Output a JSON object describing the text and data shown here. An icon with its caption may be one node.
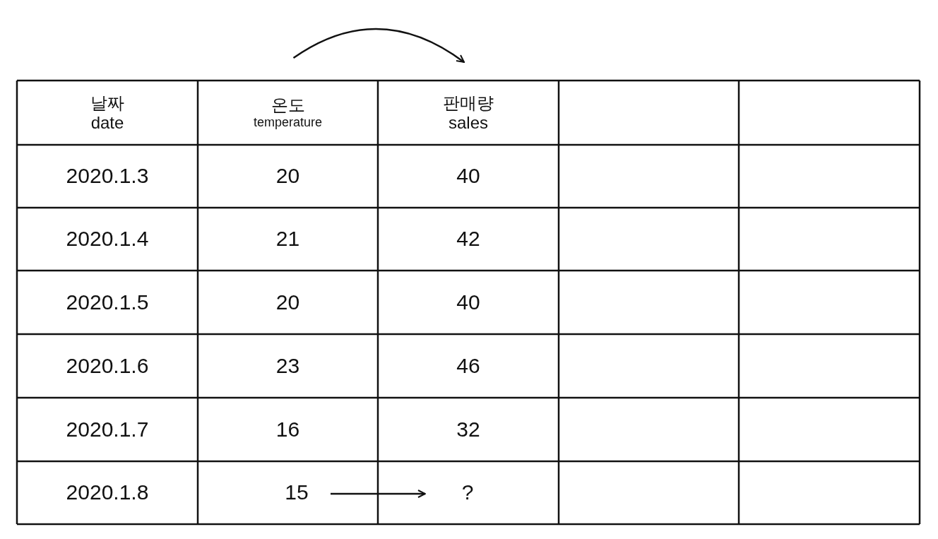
{
  "diagram": {
    "nodes": [
      {
        "text": [
          "온도",
          "temperature"
        ]
      },
      {
        "text": [
          "판매량",
          "sales"
        ]
      },
      {
        "text": [
          "15"
        ]
      },
      {
        "text": [
          "?"
        ]
      }
    ],
    "edges": [
      {
        "from": 0,
        "to": 1,
        "arrow": "to"
      },
      {
        "from": 2,
        "to": 3,
        "arrow": "to"
      }
    ],
    "labels": [
      "날짜",
      "date",
      "2020.1.3",
      "20",
      "40",
      "2020.1.4",
      "21",
      "42",
      "2020.1.5",
      "20",
      "40",
      "2020.1.6",
      "23",
      "46",
      "2020.1.7",
      "16",
      "32",
      "2020.1.8"
    ]
  }
}
